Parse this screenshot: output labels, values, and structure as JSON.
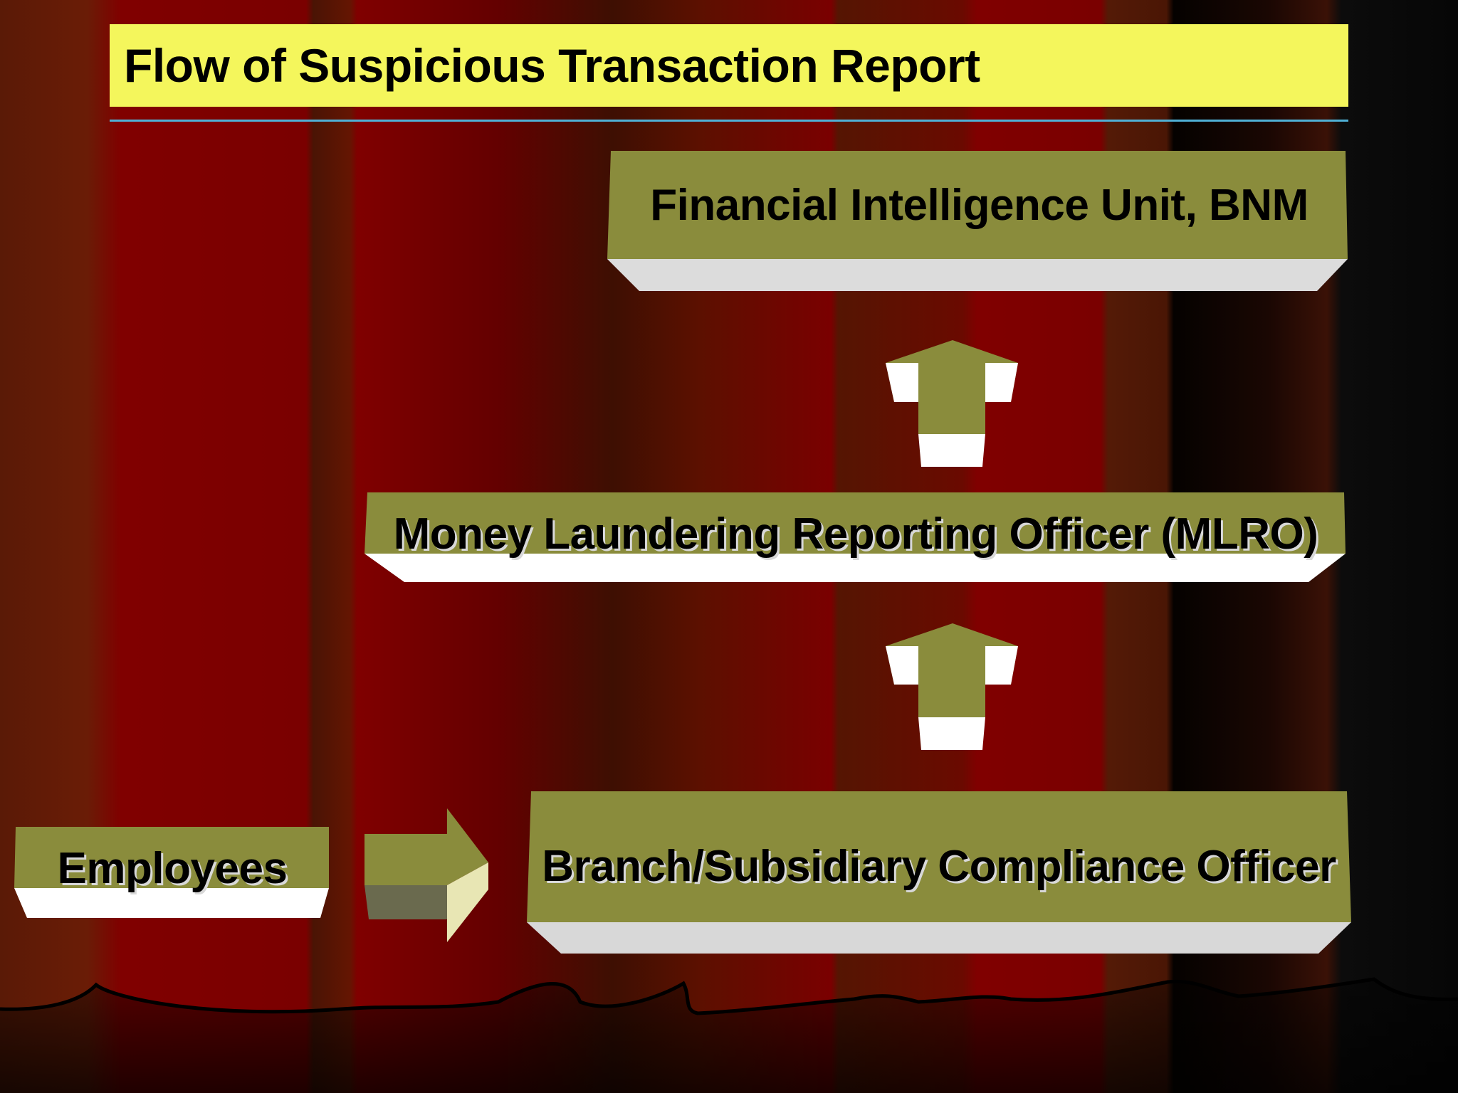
{
  "slide": {
    "title": "Flow of Suspicious Transaction Report"
  },
  "nodes": {
    "fiu": "Financial Intelligence Unit, BNM",
    "mlro": "Money Laundering  Reporting Officer (MLRO)",
    "employees": "Employees",
    "compliance": "Branch/Subsidiary Compliance Officer"
  },
  "colors": {
    "title_bg": "#f4f65c",
    "box_face": "#8a8c3c",
    "box_bottom": "#dcdcdc",
    "curtain_red": "#7a0000",
    "curtain_dark": "#3a0f00"
  }
}
